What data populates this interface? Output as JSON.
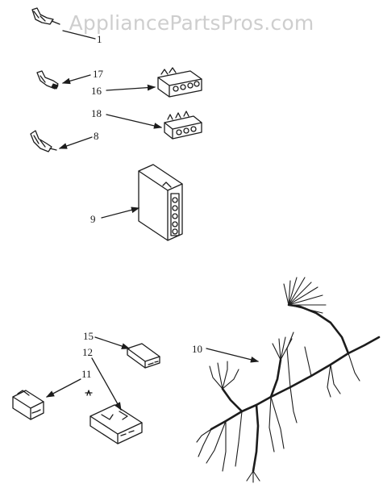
{
  "watermark": "AppliancePartsPros.com",
  "colors": {
    "ink": "#1c1c1c",
    "watermark": "#c9c9c9",
    "background": "#ffffff"
  },
  "callouts": {
    "p1": "1",
    "p17": "17",
    "p16": "16",
    "p18": "18",
    "p8": "8",
    "p9": "9",
    "p15": "15",
    "p12": "12",
    "p11": "11",
    "p10": "10"
  }
}
